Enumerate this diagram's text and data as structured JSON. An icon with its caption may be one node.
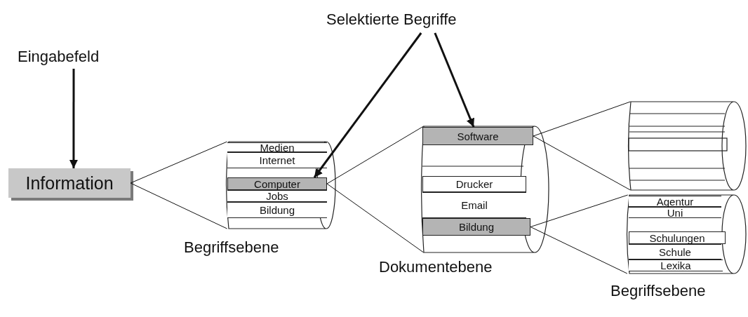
{
  "diagram": {
    "nodes": [
      {
        "text": [
          "Eingabefeld"
        ]
      },
      {
        "text": [
          "Information"
        ]
      },
      {
        "text": [
          "Selektierte Begriffe"
        ]
      },
      {
        "text": [],
        "shape": "cylinder"
      },
      {
        "text": [
          "Medien"
        ],
        "in": 3
      },
      {
        "text": [
          "Internet"
        ],
        "in": 3
      },
      {
        "text": [
          "Computer"
        ],
        "in": 3
      },
      {
        "text": [
          "Jobs"
        ],
        "in": 3
      },
      {
        "text": [
          "Bildung"
        ],
        "in": 3
      },
      {
        "text": [],
        "shape": "cylinder"
      },
      {
        "text": [
          "Software"
        ],
        "in": 9
      },
      {
        "text": [
          "Drucker"
        ],
        "in": 9
      },
      {
        "text": [
          "Email"
        ],
        "in": 9
      },
      {
        "text": [
          "Bildung"
        ],
        "in": 9
      },
      {
        "text": [],
        "shape": "cylinder"
      },
      {
        "text": [],
        "shape": "cylinder"
      },
      {
        "text": [
          "Agentur"
        ],
        "in": 15
      },
      {
        "text": [
          "Uni"
        ],
        "in": 15
      },
      {
        "text": [
          "Schulungen"
        ],
        "in": 15
      },
      {
        "text": [
          "Schule"
        ],
        "in": 15
      },
      {
        "text": [
          "Lexika"
        ],
        "in": 15
      }
    ],
    "edges": [
      {
        "from": 0,
        "to": 1,
        "arrow": "to",
        "style": "thick"
      },
      {
        "from": 2,
        "to": 6,
        "arrow": "to",
        "style": "thick"
      },
      {
        "from": 2,
        "to": 10,
        "arrow": "to",
        "style": "thick"
      },
      {
        "from": 1,
        "to": 3,
        "arrow": "none"
      },
      {
        "from": 1,
        "to": 3,
        "arrow": "none"
      },
      {
        "from": 6,
        "to": 9,
        "arrow": "none"
      },
      {
        "from": 6,
        "to": 9,
        "arrow": "none"
      },
      {
        "from": 10,
        "to": 14,
        "arrow": "none"
      },
      {
        "from": 10,
        "to": 14,
        "arrow": "none"
      },
      {
        "from": 13,
        "to": 15,
        "arrow": "none"
      },
      {
        "from": 13,
        "to": 15,
        "arrow": "none"
      }
    ],
    "labels": [
      "Begriffsebene",
      "Dokumentebene",
      "Begriffsebene"
    ]
  }
}
